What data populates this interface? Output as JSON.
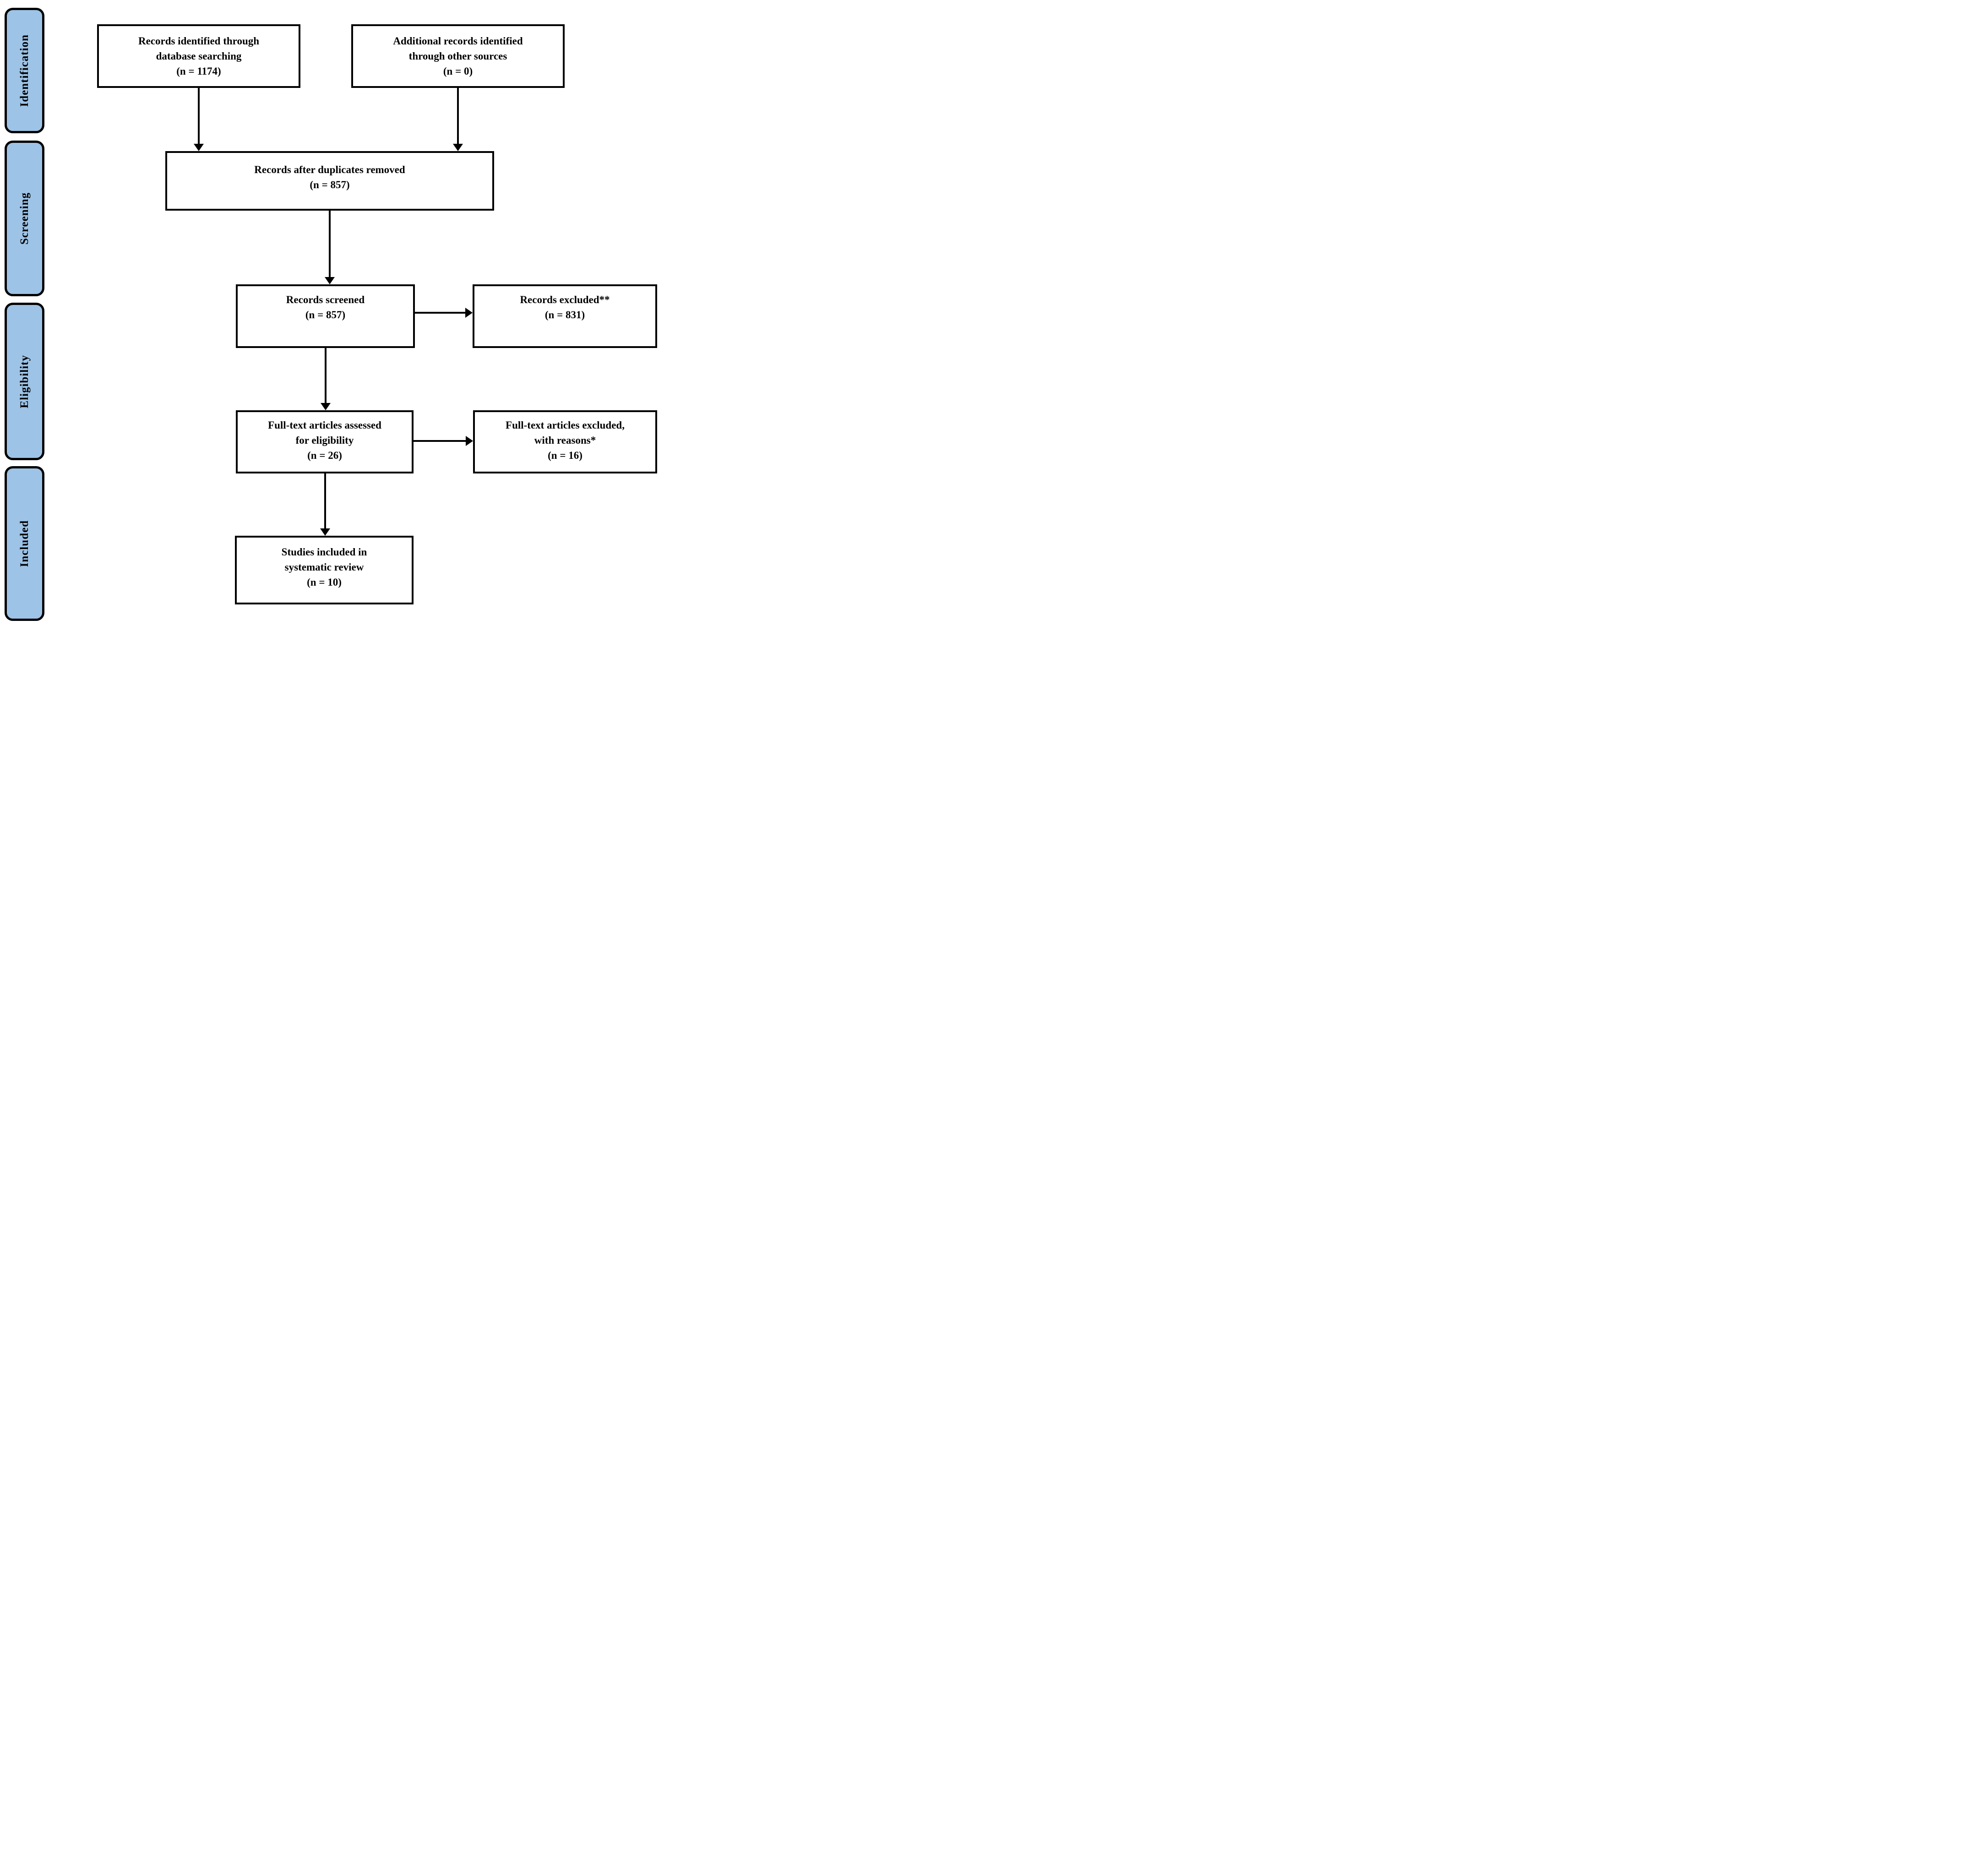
{
  "sidebar": {
    "fill_color": "#9dc3e6",
    "border_color": "#000000",
    "stages": [
      {
        "label": "Identification"
      },
      {
        "label": "Screening"
      },
      {
        "label": "Eligibility"
      },
      {
        "label": "Included"
      }
    ]
  },
  "flow": {
    "box_fill_color": "#ffffff",
    "box_border_color": "#000000",
    "boxes": [
      {
        "name": "records-identified",
        "lines": [
          "Records identified through",
          "database searching",
          "(n = 1174)"
        ]
      },
      {
        "name": "additional-records",
        "lines": [
          "Additional records identified",
          "through other sources",
          "(n = 0)"
        ]
      },
      {
        "name": "duplicates-removed",
        "lines": [
          "Records after duplicates removed",
          "(n = 857)"
        ]
      },
      {
        "name": "records-screened",
        "lines": [
          "Records screened",
          "(n = 857)"
        ]
      },
      {
        "name": "records-excluded",
        "lines": [
          "Records excluded**",
          "(n = 831)"
        ]
      },
      {
        "name": "fulltext-assessed",
        "lines": [
          "Full-text articles assessed",
          "for eligibility",
          "(n = 26)"
        ]
      },
      {
        "name": "fulltext-excluded",
        "lines": [
          "Full-text articles excluded,",
          "with reasons*",
          "(n = 16)"
        ]
      },
      {
        "name": "studies-included",
        "lines": [
          "Studies included in",
          "systematic review",
          "(n = 10)"
        ]
      }
    ]
  }
}
